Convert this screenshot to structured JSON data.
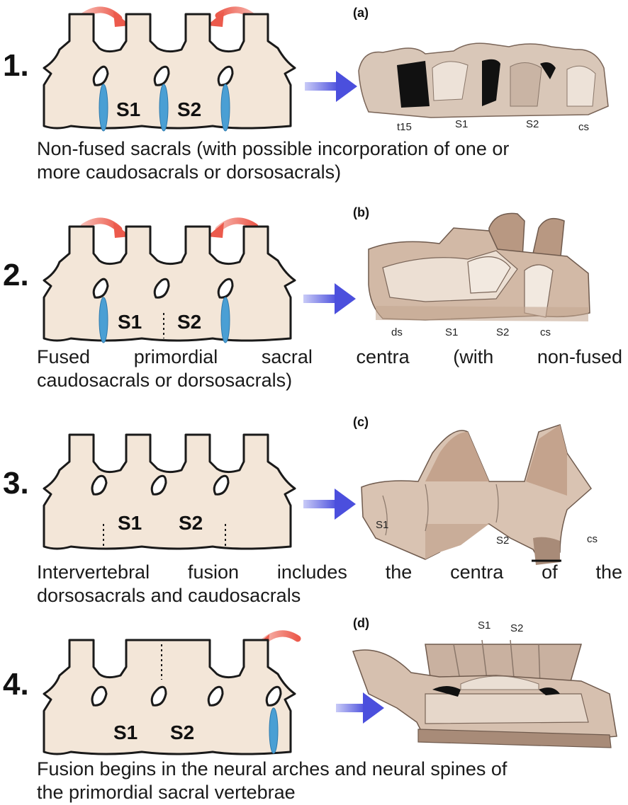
{
  "stages": [
    {
      "number": "1.",
      "panel": "(a)",
      "vertebra_labels": [
        "S1",
        "S2"
      ],
      "fossil_labels": [
        "t15",
        "S1",
        "S2",
        "cs"
      ],
      "caption_line1": "Non-fused sacrals (with possible incorporation of one or",
      "caption_line2": "more caudosacrals or dorsosacrals)"
    },
    {
      "number": "2.",
      "panel": "(b)",
      "vertebra_labels": [
        "S1",
        "S2"
      ],
      "fossil_labels": [
        "ds",
        "S1",
        "S2",
        "cs"
      ],
      "caption_line1": "Fused primordial sacral centra (with non-fused",
      "caption_line2": "caudosacrals or dorsosacrals)"
    },
    {
      "number": "3.",
      "panel": "(c)",
      "vertebra_labels": [
        "S1",
        "S2"
      ],
      "fossil_labels": [
        "S1",
        "S2",
        "cs"
      ],
      "caption_line1": "Intervertebral fusion includes the centra of the",
      "caption_line2": "dorsosacrals and caudosacrals"
    },
    {
      "number": "4.",
      "panel": "(d)",
      "vertebra_labels": [
        "S1",
        "S2"
      ],
      "fossil_labels": [
        "S1",
        "S2"
      ],
      "caption_line1": "Fusion begins in the neural arches and neural spines of",
      "caption_line2": "the primordial sacral vertebrae"
    }
  ],
  "colors": {
    "bone": "#f3e6d8",
    "outline": "#1a1a1a",
    "disc": "#4a9fd4",
    "motion_arrow": "#ee6b5f",
    "direction_arrow": "#5b5fe0",
    "fossil_light": "#d9c7b8",
    "fossil_mid": "#c4a893",
    "fossil_dark": "#a88b78",
    "gap": "#111111"
  },
  "icons": [
    "curved-motion-arrow-icon",
    "direction-arrow-icon"
  ]
}
